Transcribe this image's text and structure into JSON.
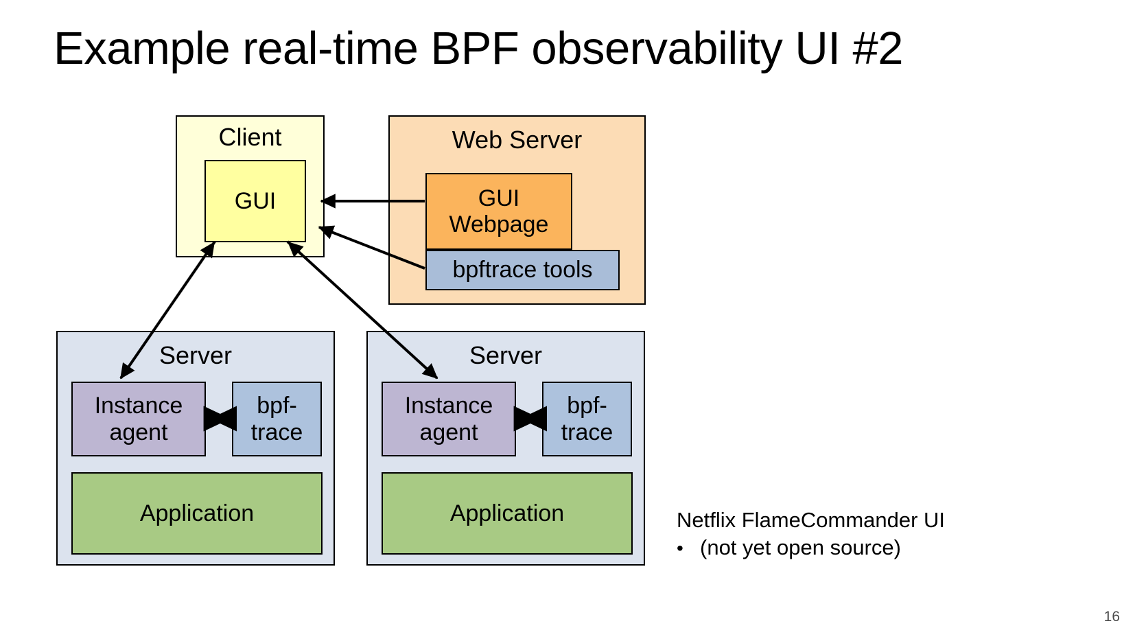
{
  "slide": {
    "title": "Example real-time BPF observability UI #2",
    "page_number": "16"
  },
  "diagram": {
    "client": {
      "label": "Client",
      "color": "#ffffd9",
      "children": [
        {
          "name": "gui",
          "label": "GUI",
          "color": "#ffffa0"
        }
      ]
    },
    "web_server": {
      "label": "Web Server",
      "color": "#fcdcb5",
      "children": [
        {
          "name": "gui-webpage",
          "label_line1": "GUI",
          "label_line2": "Webpage",
          "color": "#fbb45c"
        },
        {
          "name": "bpftrace-tools",
          "label": "bpftrace tools",
          "color": "#a9bdd8"
        }
      ]
    },
    "servers": [
      {
        "label": "Server",
        "color": "#dce3ee",
        "instance_agent": {
          "line1": "Instance",
          "line2": "agent",
          "color": "#bdb6d2"
        },
        "bpftrace": {
          "line1": "bpf-",
          "line2": "trace",
          "color": "#adc2dd"
        },
        "application": {
          "label": "Application",
          "color": "#a8ca84"
        }
      },
      {
        "label": "Server",
        "color": "#dce3ee",
        "instance_agent": {
          "line1": "Instance",
          "line2": "agent",
          "color": "#bdb6d2"
        },
        "bpftrace": {
          "line1": "bpf-",
          "line2": "trace",
          "color": "#adc2dd"
        },
        "application": {
          "label": "Application",
          "color": "#a8ca84"
        }
      }
    ],
    "connectors": [
      {
        "name": "gui-webpage-to-gui",
        "from": "gui-webpage",
        "to": "gui",
        "style": "single-arrow"
      },
      {
        "name": "bpftrace-tools-to-gui",
        "from": "bpftrace-tools",
        "to": "gui",
        "style": "single-arrow"
      },
      {
        "name": "gui-to-server-1-instance-agent",
        "from": "gui",
        "to": "server-1-instance-agent",
        "style": "double-arrow"
      },
      {
        "name": "gui-to-server-2-instance-agent",
        "from": "gui",
        "to": "server-2-instance-agent",
        "style": "double-arrow"
      },
      {
        "name": "server-1-instance-agent-to-bpftrace",
        "from": "server-1-instance-agent",
        "to": "server-1-bpftrace",
        "style": "double-arrow"
      },
      {
        "name": "server-2-instance-agent-to-bpftrace",
        "from": "server-2-instance-agent",
        "to": "server-2-bpftrace",
        "style": "double-arrow"
      }
    ]
  },
  "notes": {
    "line1": "Netflix FlameCommander UI",
    "bullet_glyph": "•",
    "bullet1": "(not yet open source)"
  }
}
